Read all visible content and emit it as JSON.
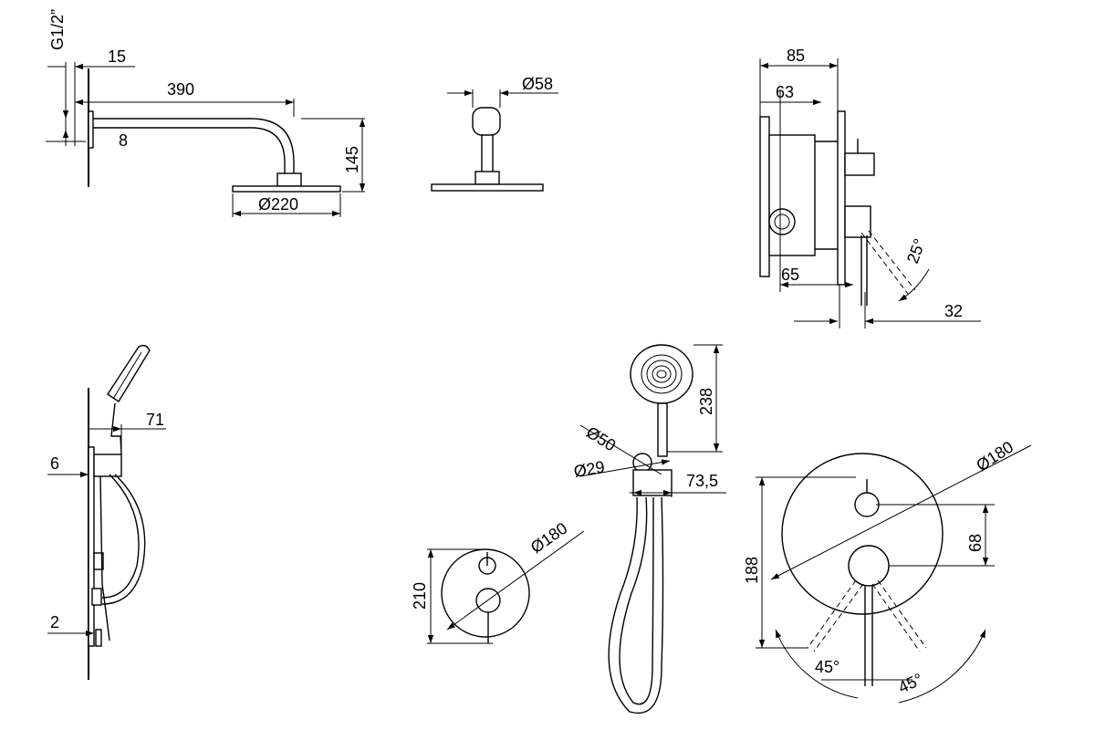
{
  "drawing": {
    "arrow_color": "#000000",
    "line_color": "#000000",
    "background": "#ffffff"
  },
  "dimensions": {
    "thread": "G1/2”",
    "d15": "15",
    "d390": "390",
    "d8": "8",
    "d145": "145",
    "d220": "Ø220",
    "d58": "Ø58",
    "d85": "85",
    "d63": "63",
    "d65": "65",
    "d25": "25°",
    "d32": "32",
    "d71": "71",
    "d6": "6",
    "d2": "2",
    "d238": "238",
    "d50": "Ø50",
    "d29": "Ø29",
    "d73_5": "73,5",
    "d180a": "Ø180",
    "d210": "210",
    "d180b": "Ø180",
    "d188": "188",
    "d68": "68",
    "d45a": "45°",
    "d45b": "45°"
  }
}
